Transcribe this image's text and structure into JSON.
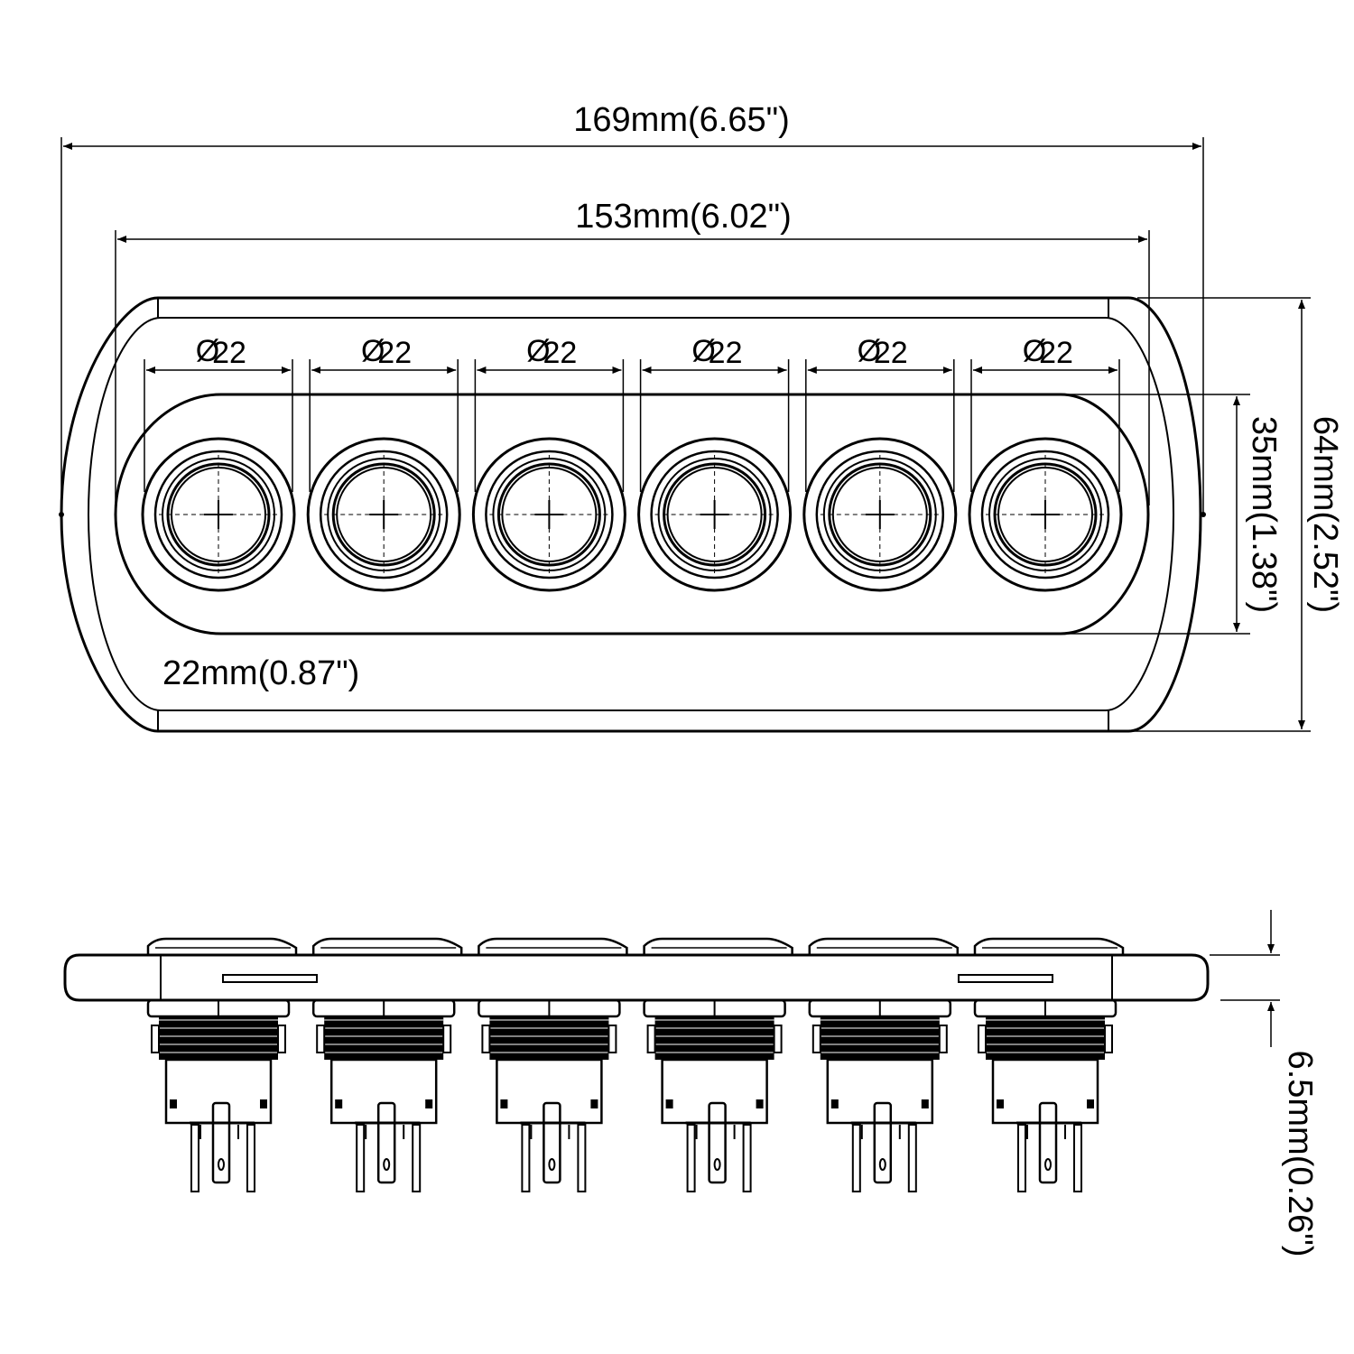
{
  "dimensions": {
    "overall_width": "169mm(6.65\")",
    "inner_width": "153mm(6.02\")",
    "overall_height": "64mm(2.52\")",
    "inner_height": "35mm(1.38\")",
    "hole_spacing": "22mm(0.87\")",
    "hole_diameter": "22",
    "panel_thickness": "6.5mm(0.26\")"
  },
  "switch_count": 6,
  "colors": {
    "line": "#000000",
    "background": "#ffffff"
  }
}
